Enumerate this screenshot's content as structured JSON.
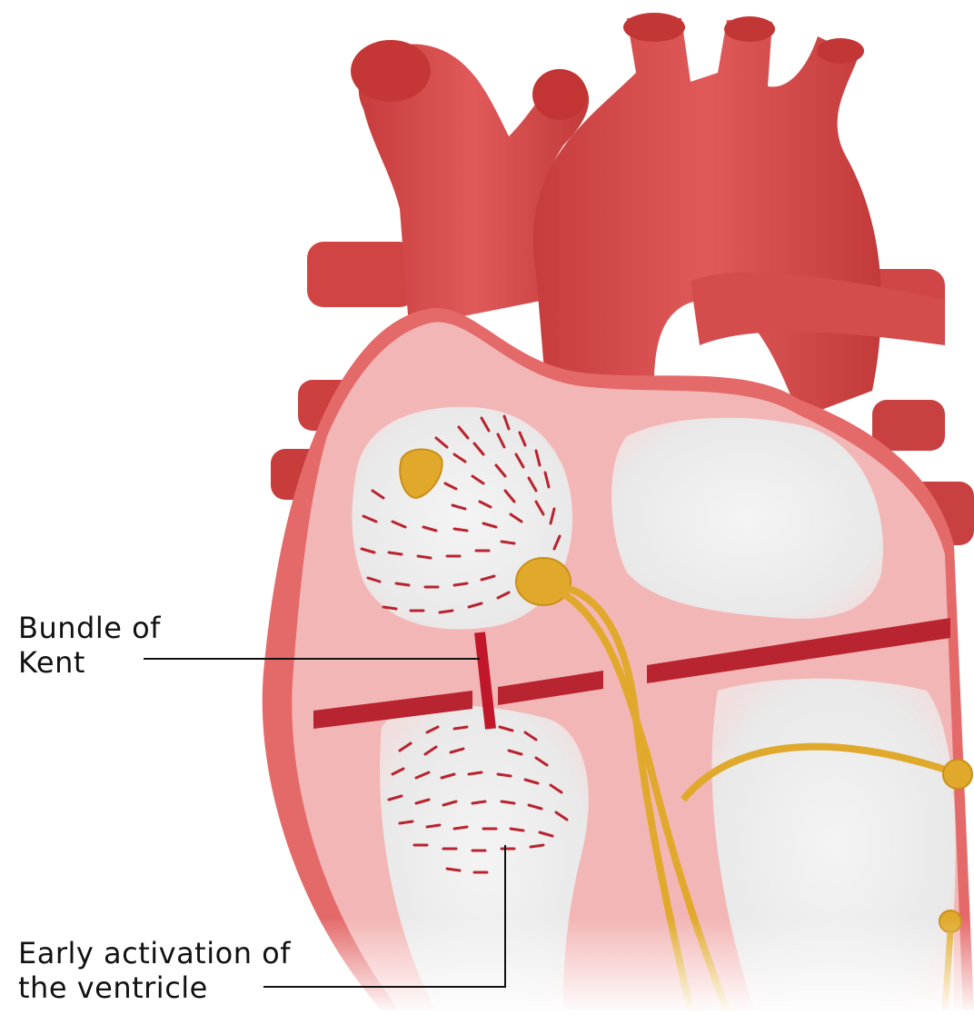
{
  "labels": {
    "bundle_of_kent": {
      "line1": "Bundle of",
      "line2": "Kent"
    },
    "early_activation": {
      "line1": "Early activation of",
      "line2": "the ventricle"
    }
  },
  "colors": {
    "vessel_red": "#d94b4b",
    "vessel_dark": "#b93333",
    "myocardium_pink": "#f2b3b3",
    "outer_wall": "#e26a6a",
    "chamber_fill": "#eeeeee",
    "conduction_gold": "#e0a92c",
    "septum_band": "#b8242f",
    "kent_bundle": "#c0172a",
    "label_line": "#111111"
  }
}
